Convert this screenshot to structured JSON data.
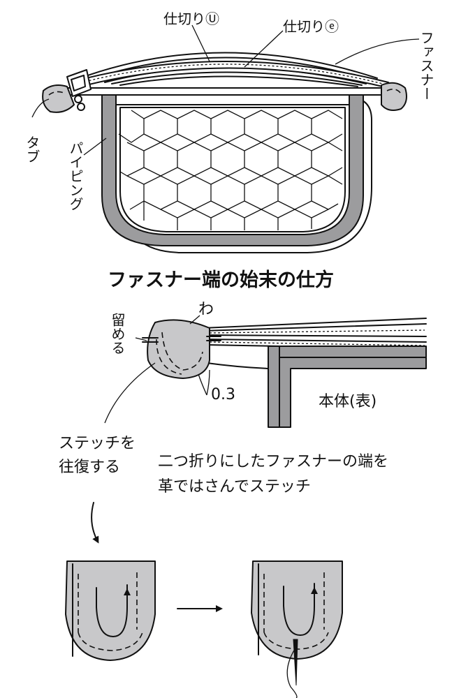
{
  "labels": {
    "partition_u": "仕切りⓊ",
    "partition_e": "仕切りⓔ",
    "zipper": "ファスナー",
    "tab": "タブ",
    "piping": "パイピング",
    "title": "ファスナー端の始末の仕方",
    "fold": "わ",
    "tack": "留める",
    "seam": "0.3",
    "body_face": "本体(表)",
    "stitch_line1": "ステッチを",
    "stitch_line2": "往復する",
    "desc_line1": "二つ折りにしたファスナーの端を",
    "desc_line2": "革ではさんでステッチ"
  },
  "colors": {
    "gray_fill": "#c8c8ca",
    "piping_gray": "#9c9c9e",
    "ink": "#111111",
    "paper": "#ffffff"
  }
}
